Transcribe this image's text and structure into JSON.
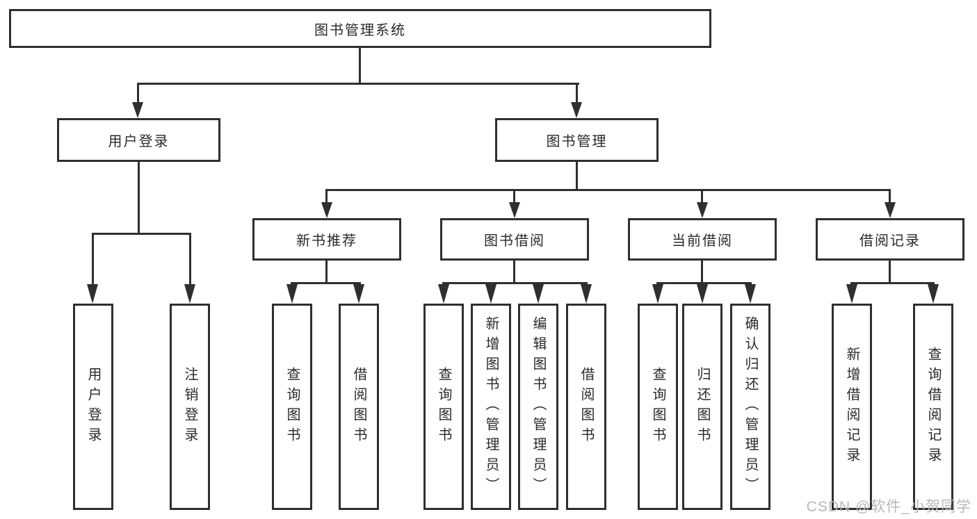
{
  "colors": {
    "line": "#2f2f2f",
    "text": "#2a2a2a",
    "background": "#ffffff",
    "watermark_gray": "#b7b7b7"
  },
  "watermark": "CSDN @软件_小贺同学",
  "tree": {
    "label": "图书管理系统",
    "children": [
      {
        "label": "用户登录",
        "children": [
          {
            "label": "用户登录"
          },
          {
            "label": "注销登录"
          }
        ]
      },
      {
        "label": "图书管理",
        "children": [
          {
            "label": "新书推荐",
            "children": [
              {
                "label": "查询图书"
              },
              {
                "label": "借阅图书"
              }
            ]
          },
          {
            "label": "图书借阅",
            "children": [
              {
                "label": "查询图书"
              },
              {
                "label": "新增图书（管理员）"
              },
              {
                "label": "编辑图书（管理员）"
              },
              {
                "label": "借阅图书"
              }
            ]
          },
          {
            "label": "当前借阅",
            "children": [
              {
                "label": "查询图书"
              },
              {
                "label": "归还图书"
              },
              {
                "label": "确认归还（管理员）"
              }
            ]
          },
          {
            "label": "借阅记录",
            "children": [
              {
                "label": "新增借阅记录"
              },
              {
                "label": "查询借阅记录"
              }
            ]
          }
        ]
      }
    ]
  }
}
